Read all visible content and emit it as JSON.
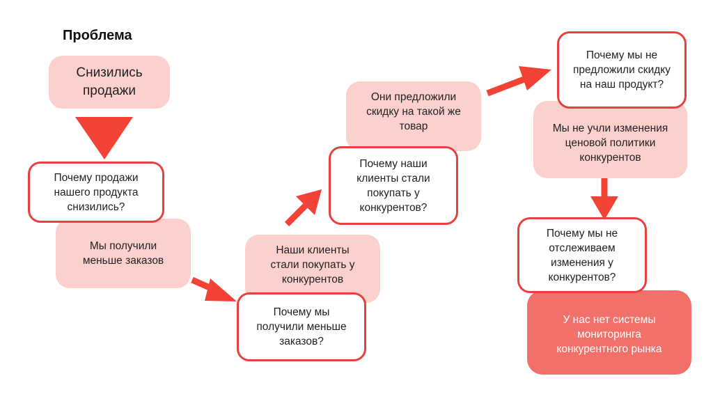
{
  "title": "Проблема",
  "colors": {
    "pink": "#FBD0CD",
    "outline": "#E8403F",
    "arrow": "#F24236",
    "final": "#F2706A"
  },
  "nodes": {
    "problem": "Снизились\nпродажи",
    "why1": "Почему продажи\nнашего продукта\nснизились?",
    "answer1": "Мы получили\nменьше заказов",
    "why2": "Почему мы\nполучили меньше\nзаказов?",
    "answer2": "Наши клиенты\nстали покупать у\nконкурентов",
    "why3": "Почему наши\nклиенты стали\nпокупать у\nконкурентов?",
    "answer3": "Они предложили\nскидку на такой же\nтовар",
    "why4": "Почему мы не\nпредложили скидку\nна наш продукт?",
    "answer4": "Мы не учли изменения\nценовой политики\nконкурентов",
    "why5": "Почему мы не\nотслеживаем\nизменения у\nконкурентов?",
    "root_cause": "У нас нет системы\nмониторинга\nконкурентного рынка"
  }
}
